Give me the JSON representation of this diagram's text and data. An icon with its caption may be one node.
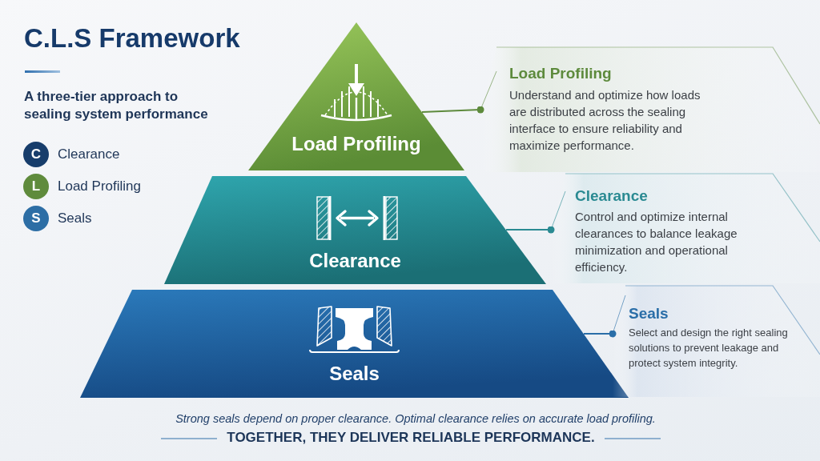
{
  "diagram": {
    "title": "C.L.S Framework",
    "nodes": [
      {
        "text": [
          "Load Profiling"
        ]
      },
      {
        "text": [
          "Load Profiling",
          "Understand and optimize how loads are distributed across the sealing interface to ensure reliability and maximize performance."
        ]
      },
      {
        "text": [
          "Clearance"
        ]
      },
      {
        "text": [
          "Clearance",
          "Control and optimize internal clearances to balance leakage minimization and operational efficiency."
        ]
      },
      {
        "text": [
          "Seals"
        ]
      },
      {
        "text": [
          "Seals",
          "Select and design the right sealing solutions to prevent leakage and protect system integrity."
        ]
      }
    ],
    "edges": [
      {
        "from": 0,
        "to": 1,
        "arrow": "other",
        "color": "#5d8a3c"
      },
      {
        "from": 2,
        "to": 3,
        "arrow": "other",
        "color": "#2a8a92"
      },
      {
        "from": 4,
        "to": 5,
        "arrow": "other",
        "color": "#2a6ea8"
      }
    ],
    "labels": [
      "A three-tier approach to sealing system performance",
      "C",
      "L",
      "S",
      "Strong seals depend on proper clearance. Optimal clearance relies on accurate load profiling.",
      "TOGETHER, THEY DELIVER RELIABLE PERFORMANCE."
    ],
    "legend": [
      {
        "text": "Clearance",
        "color": "#173d6b"
      },
      {
        "text": "Load Profiling",
        "color": "#5f8b3c"
      },
      {
        "text": "Seals",
        "color": "#2d6ea5"
      }
    ]
  }
}
